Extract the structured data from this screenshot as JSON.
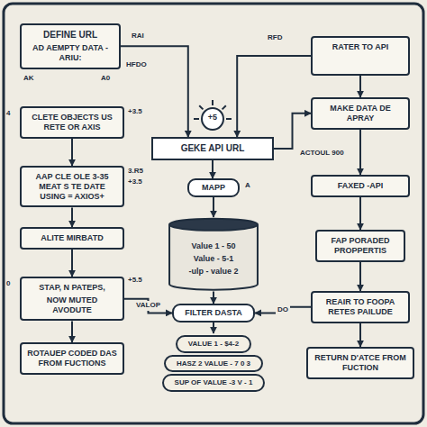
{
  "diagram": {
    "nodes": [
      {
        "text": [
          "DEFINE URL",
          "AD AEMPTY DATA - ARIU:"
        ]
      },
      {
        "text": [
          "GEKE API URL"
        ]
      },
      {
        "text": [
          "RATER TO API"
        ]
      },
      {
        "text": [
          "MAKE DATA DE APRAY"
        ]
      },
      {
        "text": [
          "CLETE OBJECTS US RETE OR AXIS"
        ]
      },
      {
        "text": [
          "MAPP"
        ]
      },
      {
        "text": [
          "Value 1 - 50",
          "Value - 5-1",
          "-ulp - value 2"
        ]
      },
      {
        "text": [
          "FAXED -API"
        ]
      },
      {
        "text": [
          "AAP CLE OLE 3-35 MEAT S TE DATE USING = AXIOS+"
        ]
      },
      {
        "text": [
          "ALITE MIRBATD"
        ]
      },
      {
        "text": [
          "FAP PORADED PROPPERTIS"
        ]
      },
      {
        "text": [
          "STAP, N PATEPS,",
          "NOW MUTED AVODUTE"
        ]
      },
      {
        "text": [
          "FILTER DASTA"
        ]
      },
      {
        "text": [
          "REAIR TO FOOPA RETES PAILUDE"
        ]
      },
      {
        "text": [
          "VALUE 1 - $4-2",
          "HASZ 2 VALUE - 7 0 3",
          "SUP OF VALUE -3 V - 1"
        ]
      },
      {
        "text": [
          "ROTAUEP CODED DAS FROM FUCTIONS"
        ]
      },
      {
        "text": [
          "RETURN D'ATCE FROM FUCTION"
        ]
      }
    ],
    "edges": [
      {
        "from": 0,
        "to": 1,
        "arrow": "to"
      },
      {
        "from": 2,
        "to": 1,
        "arrow": "to"
      },
      {
        "from": 1,
        "to": 5,
        "arrow": "to"
      },
      {
        "from": 5,
        "to": 6,
        "arrow": "to"
      },
      {
        "from": 1,
        "to": 3,
        "arrow": "to"
      },
      {
        "from": 2,
        "to": 3,
        "arrow": "to"
      },
      {
        "from": 3,
        "to": 7,
        "arrow": "to"
      },
      {
        "from": 7,
        "to": 10,
        "arrow": "to"
      },
      {
        "from": 10,
        "to": 13,
        "arrow": "to"
      },
      {
        "from": 13,
        "to": 16,
        "arrow": "to"
      },
      {
        "from": 4,
        "to": 8,
        "arrow": "to"
      },
      {
        "from": 8,
        "to": 9,
        "arrow": "to"
      },
      {
        "from": 9,
        "to": 11,
        "arrow": "to"
      },
      {
        "from": 11,
        "to": 15,
        "arrow": "to"
      },
      {
        "from": 6,
        "to": 12,
        "arrow": "to"
      },
      {
        "from": 12,
        "to": 14,
        "arrow": "to"
      },
      {
        "from": 11,
        "to": 12,
        "label": "VALOP",
        "arrow": "to"
      },
      {
        "from": 13,
        "to": 12,
        "label": "DO",
        "arrow": "to"
      }
    ],
    "labels": [
      "RAI",
      "HFDO",
      "RFD",
      "+5",
      "AK",
      "A0",
      "4",
      "+3.5",
      "3.R5",
      "+3.5",
      "A",
      "ACTOUL 900",
      "0",
      "+5.5"
    ]
  }
}
